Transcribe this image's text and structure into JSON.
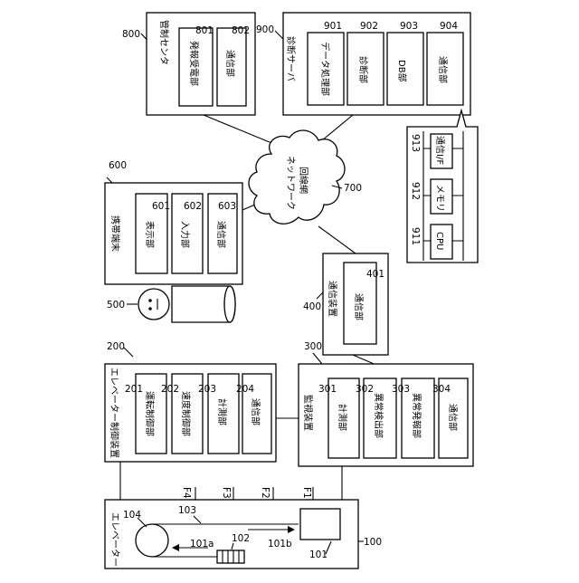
{
  "central": {
    "ref": "800",
    "title": "管制センタ",
    "items": [
      {
        "ref": "801",
        "label": "発報受電部"
      },
      {
        "ref": "802",
        "label": "通信部"
      }
    ]
  },
  "server": {
    "ref": "900",
    "title": "診断サーバ",
    "items": [
      {
        "ref": "901",
        "label": "データ処理部"
      },
      {
        "ref": "902",
        "label": "診断部"
      },
      {
        "ref": "903",
        "label": "DB部"
      },
      {
        "ref": "904",
        "label": "通信部"
      }
    ]
  },
  "hardware": {
    "items": [
      {
        "ref": "913",
        "label": "通信I/F"
      },
      {
        "ref": "912",
        "label": "メモリ"
      },
      {
        "ref": "911",
        "label": "CPU"
      }
    ]
  },
  "network": {
    "ref": "700",
    "label1": "ネットワーク",
    "label2": "回線網"
  },
  "mobile": {
    "ref": "600",
    "title": "携帯端末",
    "items": [
      {
        "ref": "601",
        "label": "表示部"
      },
      {
        "ref": "602",
        "label": "入力部"
      },
      {
        "ref": "603",
        "label": "通信部"
      }
    ]
  },
  "person": {
    "ref": "500"
  },
  "comm": {
    "ref": "400",
    "title": "通信装置",
    "items": [
      {
        "ref": "401",
        "label": "通信部"
      }
    ]
  },
  "controller": {
    "ref": "200",
    "title": "エレベーター制御装置",
    "items": [
      {
        "ref": "201",
        "label": "運転制御部"
      },
      {
        "ref": "202",
        "label": "速度制御部"
      },
      {
        "ref": "203",
        "label": "計測部"
      },
      {
        "ref": "204",
        "label": "通信部"
      }
    ]
  },
  "monitor": {
    "ref": "300",
    "title": "監視装置",
    "items": [
      {
        "ref": "301",
        "label": "計測部"
      },
      {
        "ref": "302",
        "label": "異常検出部"
      },
      {
        "ref": "303",
        "label": "異常発報部"
      },
      {
        "ref": "304",
        "label": "通信部"
      }
    ]
  },
  "elevator": {
    "ref": "100",
    "title": "エレベーター",
    "floors": [
      "F4",
      "F3",
      "F2",
      "F1"
    ],
    "labels": {
      "sheave": "104",
      "rope": "103",
      "counterweight": "102",
      "car": "101",
      "rope_a": "101a",
      "rope_b": "101b"
    }
  }
}
